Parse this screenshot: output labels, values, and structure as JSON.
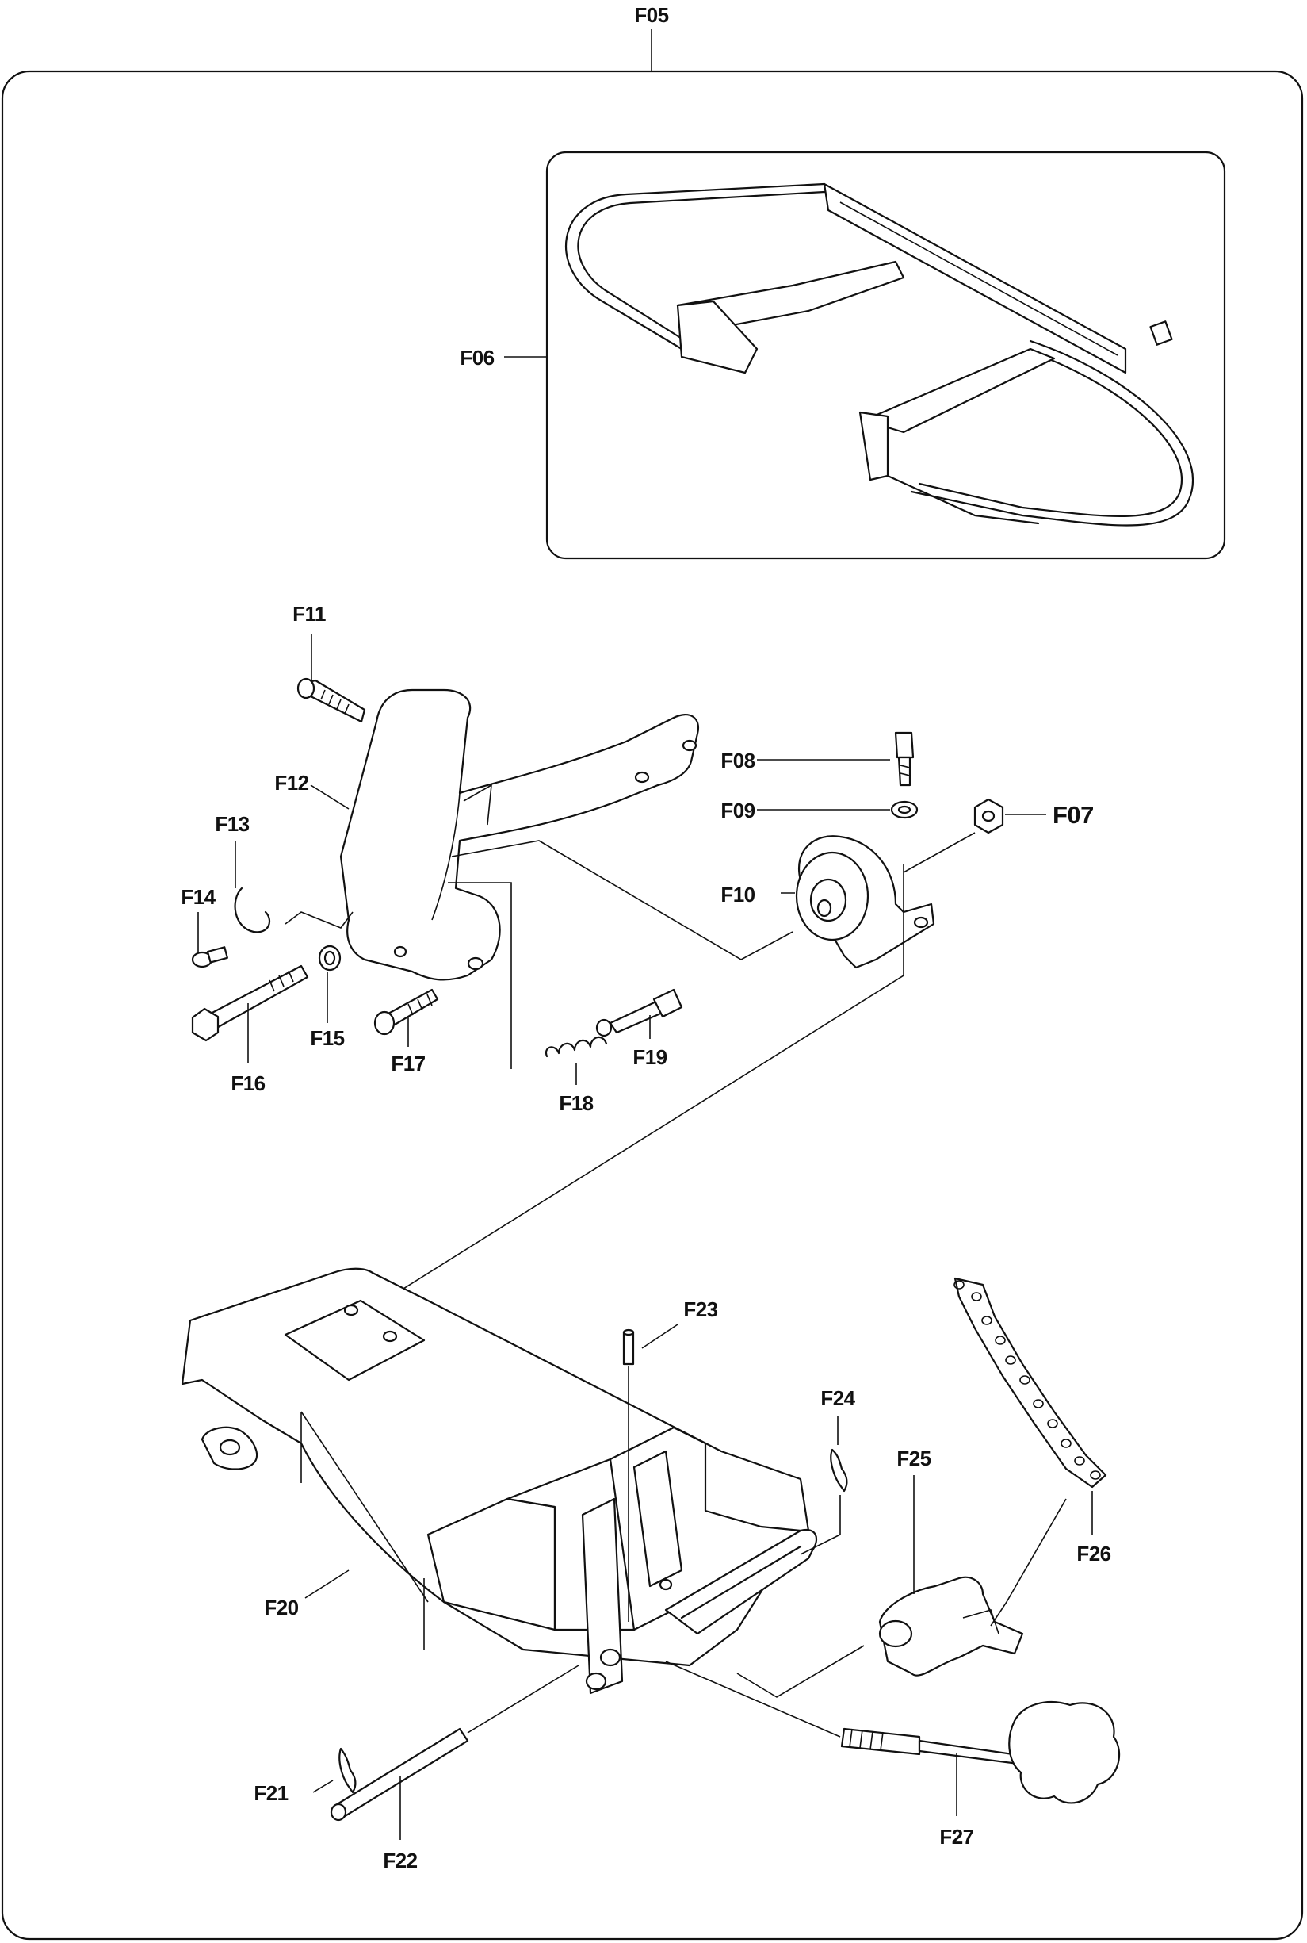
{
  "labels": {
    "F05": "F05",
    "F06": "F06",
    "F07": "F07",
    "F08": "F08",
    "F09": "F09",
    "F10": "F10",
    "F11": "F11",
    "F12": "F12",
    "F13": "F13",
    "F14": "F14",
    "F15": "F15",
    "F16": "F16",
    "F17": "F17",
    "F18": "F18",
    "F19": "F19",
    "F20": "F20",
    "F21": "F21",
    "F22": "F22",
    "F23": "F23",
    "F24": "F24",
    "F25": "F25",
    "F26": "F26",
    "F27": "F27"
  }
}
